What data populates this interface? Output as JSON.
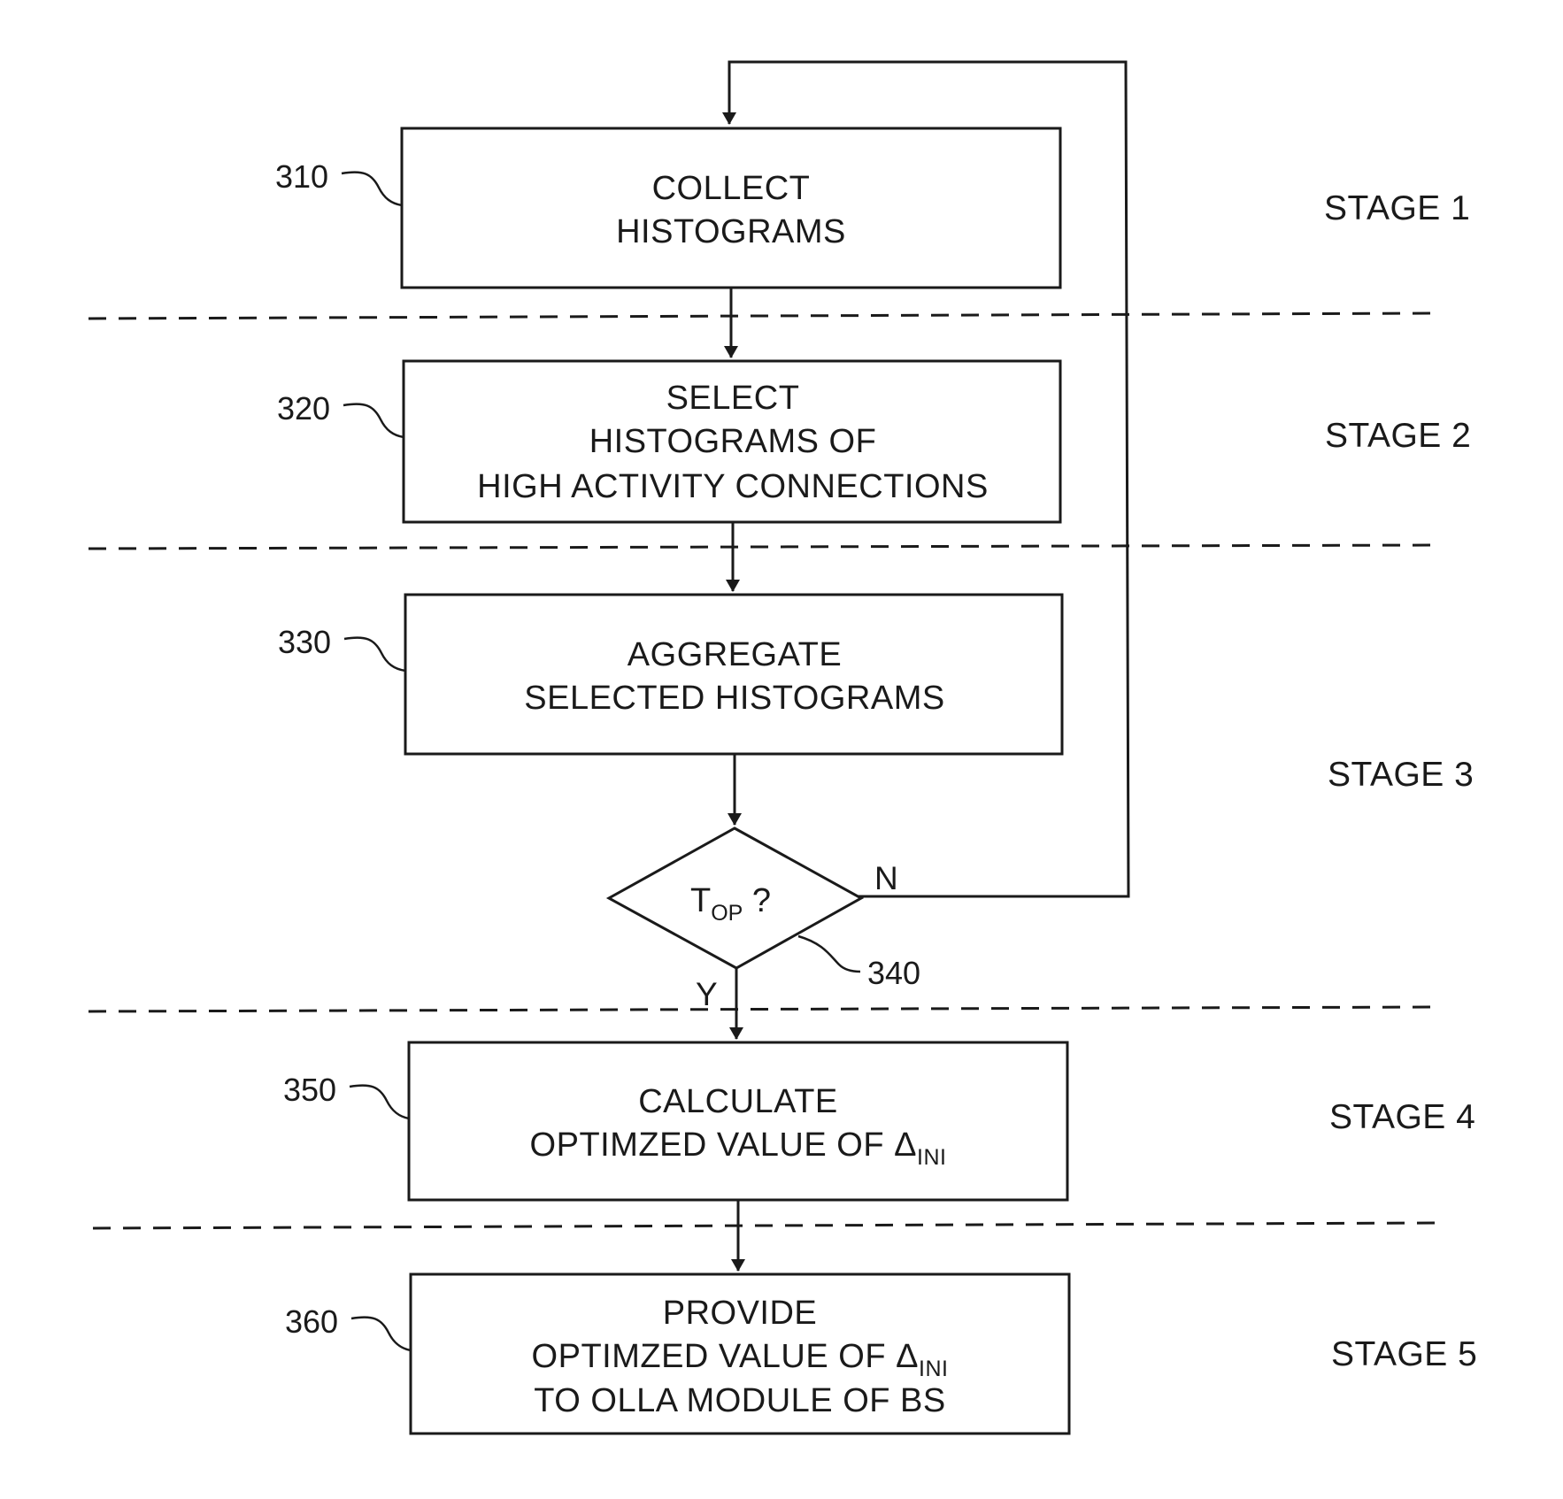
{
  "stages": [
    "STAGE 1",
    "STAGE 2",
    "STAGE 3",
    "STAGE 4",
    "STAGE 5"
  ],
  "steps": [
    {
      "ref": "310",
      "lines": [
        "COLLECT",
        "HISTOGRAMS"
      ]
    },
    {
      "ref": "320",
      "lines": [
        "SELECT",
        "HISTOGRAMS OF",
        "HIGH ACTIVITY CONNECTIONS"
      ]
    },
    {
      "ref": "330",
      "lines": [
        "AGGREGATE",
        "SELECTED HISTOGRAMS"
      ]
    },
    {
      "ref": "350",
      "lines": [
        "CALCULATE",
        "OPTIMZED VALUE OF Δ"
      ],
      "sub": "INI"
    },
    {
      "ref": "360",
      "lines": [
        "PROVIDE",
        "OPTIMZED VALUE OF Δ",
        "TO OLLA MODULE OF BS"
      ],
      "sub": "INI"
    }
  ],
  "decision": {
    "ref": "340",
    "symbol": "T",
    "sub": "OP",
    "suffix": " ?",
    "no_label": "N",
    "yes_label": "Y"
  }
}
